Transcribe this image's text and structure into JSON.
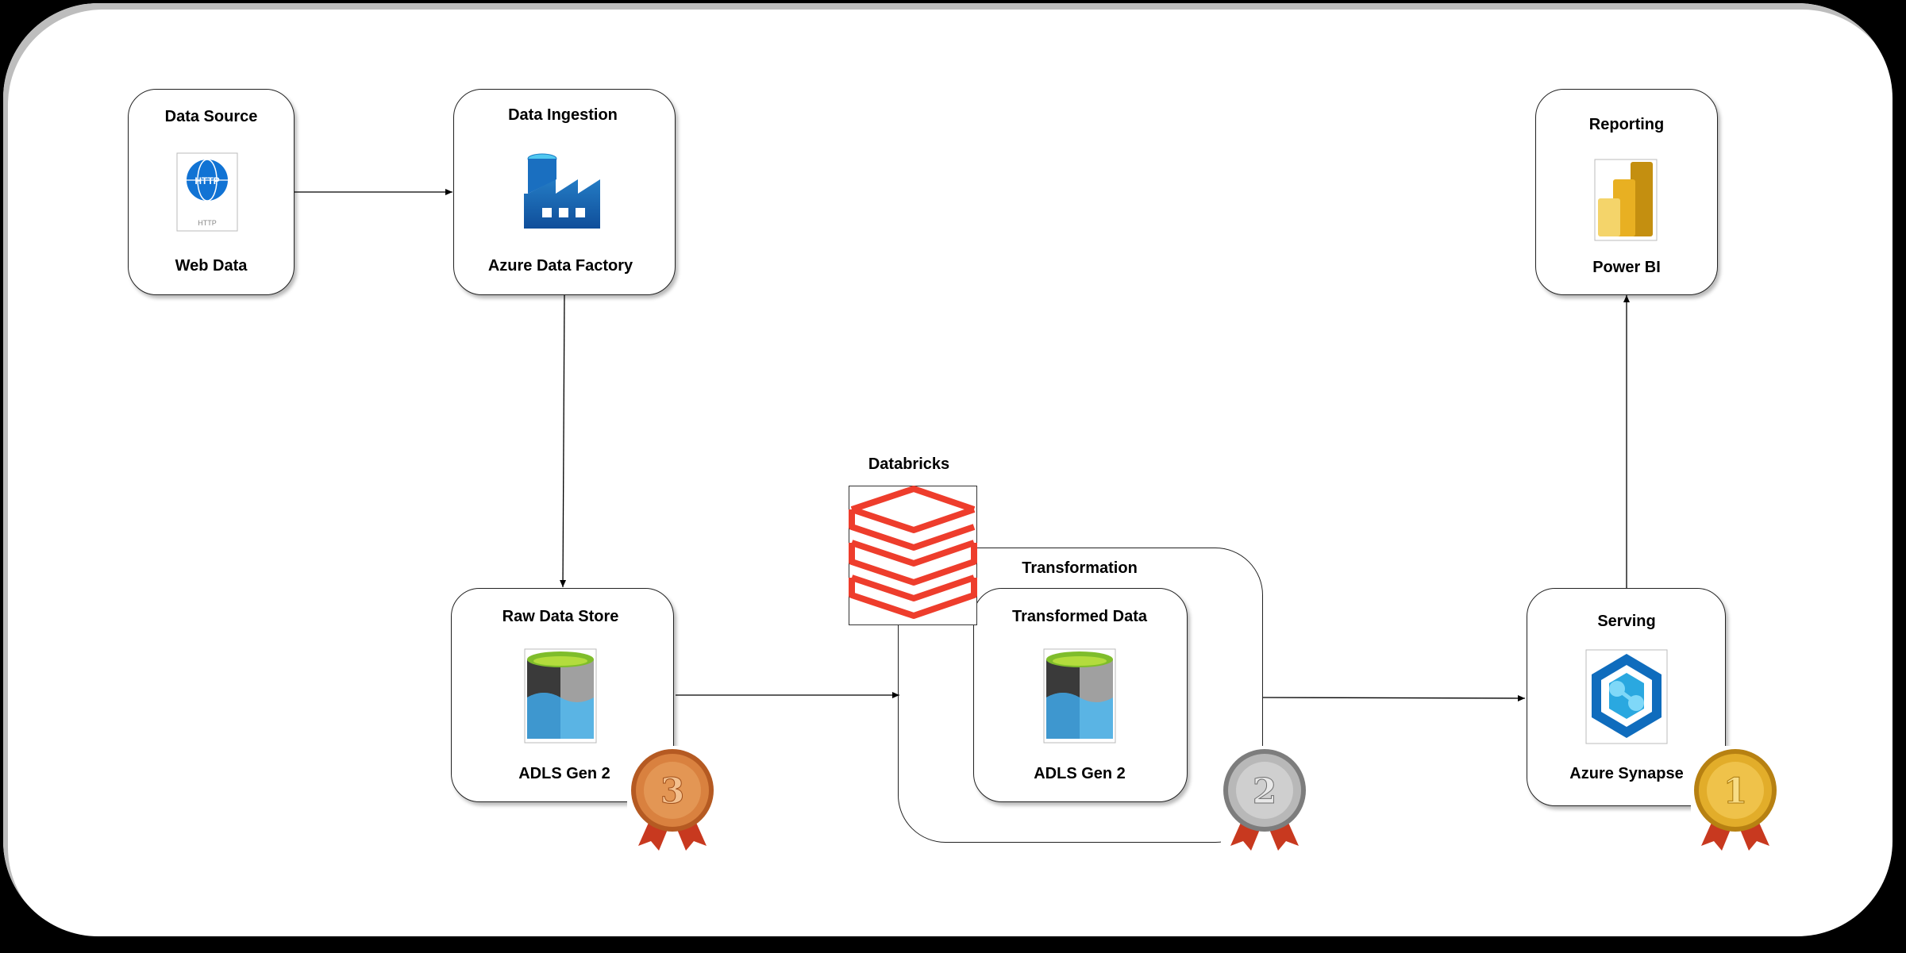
{
  "nodes": {
    "data_source": {
      "title": "Data Source",
      "name": "Web Data",
      "icon": "http-document-icon",
      "icon_text": "HTTP",
      "icon_caption": "HTTP"
    },
    "data_ingestion": {
      "title": "Data Ingestion",
      "name": "Azure Data Factory",
      "icon": "azure-data-factory-icon"
    },
    "reporting": {
      "title": "Reporting",
      "name": "Power BI",
      "icon": "power-bi-icon"
    },
    "raw_data_store": {
      "title": "Raw Data Store",
      "name": "ADLS Gen 2",
      "icon": "adls-gen2-icon",
      "badge": "bronze-medal-icon",
      "badge_number": "3"
    },
    "databricks": {
      "title": "Databricks",
      "icon": "databricks-icon"
    },
    "transformation": {
      "title": "Transformation",
      "badge": "silver-medal-icon",
      "badge_number": "2"
    },
    "transformed_data": {
      "title": "Transformed Data",
      "name": "ADLS Gen 2",
      "icon": "adls-gen2-icon"
    },
    "serving": {
      "title": "Serving",
      "name": "Azure Synapse",
      "icon": "azure-synapse-icon",
      "badge": "gold-medal-icon",
      "badge_number": "1"
    }
  },
  "edges": [
    {
      "from": "Data Source",
      "to": "Data Ingestion"
    },
    {
      "from": "Data Ingestion",
      "to": "Raw Data Store"
    },
    {
      "from": "Raw Data Store",
      "to": "Transformation"
    },
    {
      "from": "Transformation",
      "to": "Serving"
    },
    {
      "from": "Serving",
      "to": "Reporting"
    }
  ],
  "colors": {
    "bronze": "#c96a2c",
    "silver": "#9a9a9a",
    "gold": "#d9a21c",
    "ribbon": "#c8391f",
    "databricks": "#ee3d2c",
    "azure_blue": "#0f6cbd",
    "powerbi_dark": "#e8b022",
    "powerbi_light": "#f4d46a"
  }
}
